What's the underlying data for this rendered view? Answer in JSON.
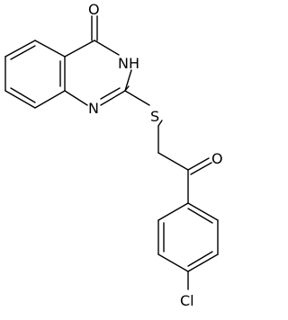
{
  "atoms": {
    "oxygen_carbonyl_top": "O",
    "nh": "NH",
    "n_ring": "N",
    "sulfur": "S",
    "oxygen_ketone": "O",
    "chlorine": "Cl"
  }
}
